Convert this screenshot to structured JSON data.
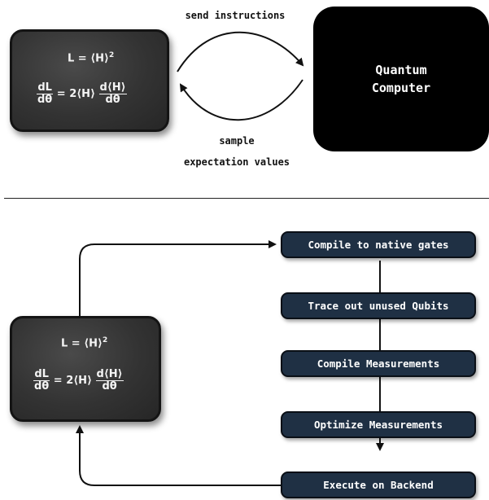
{
  "top": {
    "chalkboard": {
      "eq1": "L = ⟨H⟩",
      "eq1_sup": "2",
      "eq2_num": "dL",
      "eq2_den": "dθ",
      "eq2_mid": "= 2⟨H⟩",
      "eq2_num2": "d⟨H⟩",
      "eq2_den2": "dθ"
    },
    "send_label": "send instructions",
    "sample_label_1": "sample",
    "sample_label_2": "expectation values",
    "qc_line1": "Quantum",
    "qc_line2": "Computer"
  },
  "bottom": {
    "chalkboard": {
      "eq1": "L = ⟨H⟩",
      "eq1_sup": "2",
      "eq2_num": "dL",
      "eq2_den": "dθ",
      "eq2_mid": "= 2⟨H⟩",
      "eq2_num2": "d⟨H⟩",
      "eq2_den2": "dθ"
    },
    "steps": [
      "Compile to native gates",
      "Trace out unused Qubits",
      "Compile Measurements",
      "Optimize Measurements",
      "Execute on Backend"
    ]
  },
  "colors": {
    "step_fill": "#1f3044",
    "qc_fill": "#000000",
    "chalkboard": "#333333"
  }
}
